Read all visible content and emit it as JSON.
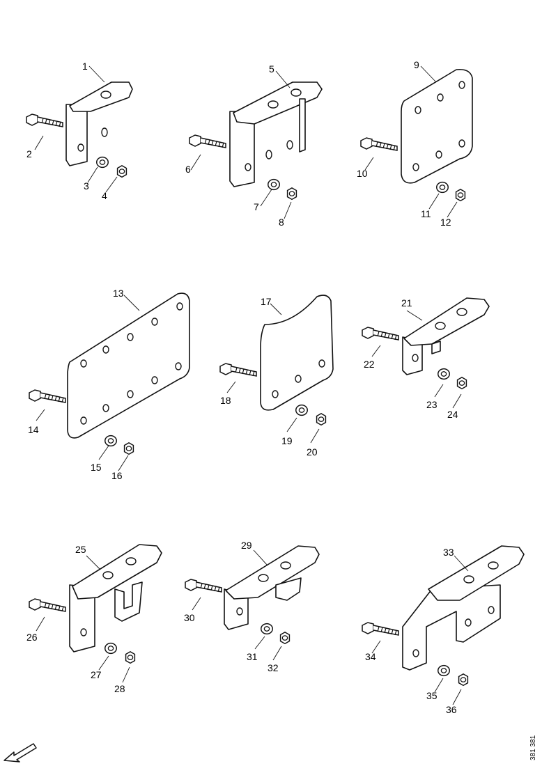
{
  "callouts": [
    "1",
    "2",
    "3",
    "4",
    "5",
    "6",
    "7",
    "8",
    "9",
    "10",
    "11",
    "12",
    "13",
    "14",
    "15",
    "16",
    "17",
    "18",
    "19",
    "20",
    "21",
    "22",
    "23",
    "24",
    "25",
    "26",
    "27",
    "28",
    "29",
    "30",
    "31",
    "32",
    "33",
    "34",
    "35",
    "36"
  ],
  "doc_id": "381 381",
  "icons": {
    "bolt": "bolt-icon",
    "washer": "washer-icon",
    "nut": "hex-nut-icon",
    "direction": "direction-arrow-icon"
  },
  "colors": {
    "line": "#111111",
    "paper": "#ffffff"
  }
}
